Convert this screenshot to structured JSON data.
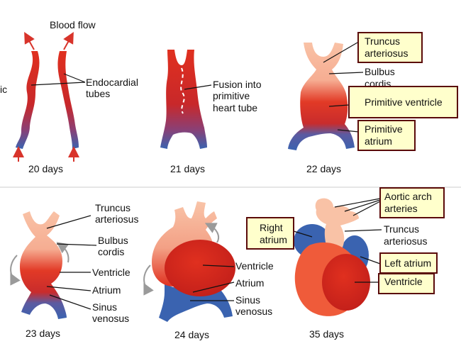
{
  "blood_flow": "Blood flow",
  "cut_text": "ic",
  "panels": {
    "p20": {
      "day": "20 days",
      "endocardial": [
        "Endocardial",
        "tubes"
      ]
    },
    "p21": {
      "day": "21 days",
      "fusion": [
        "Fusion into",
        "primitive",
        "heart tube"
      ]
    },
    "p22": {
      "day": "22 days",
      "truncus": [
        "Truncus",
        "arteriosus"
      ],
      "bulbus": [
        "Bulbus",
        "cordis"
      ],
      "ventricle": "Primitive ventricle",
      "atrium": [
        "Primitive",
        "atrium"
      ]
    },
    "p23": {
      "day": "23 days",
      "truncus": [
        "Truncus",
        "arteriosus"
      ],
      "bulbus": [
        "Bulbus",
        "cordis"
      ],
      "ventricle": "Ventricle",
      "atrium": "Atrium",
      "sinus": [
        "Sinus",
        "venosus"
      ]
    },
    "p24": {
      "day": "24 days",
      "ventricle": "Ventricle",
      "atrium": "Atrium",
      "sinus": [
        "Sinus",
        "venosus"
      ]
    },
    "p35": {
      "day": "35 days",
      "aortic": [
        "Aortic arch",
        "arteries"
      ],
      "right_atrium": [
        "Right",
        "atrium"
      ],
      "truncus": [
        "Truncus",
        "arteriosus"
      ],
      "left_atrium": "Left atrium",
      "ventricle": "Ventricle"
    }
  },
  "colors": {
    "arterial": "#d42a1e",
    "venous": "#3a63b0",
    "pale": "#f7b79b",
    "arrow": "#d8342b",
    "box_fill": "#ffffcc",
    "box_border": "#5a0a0a"
  }
}
